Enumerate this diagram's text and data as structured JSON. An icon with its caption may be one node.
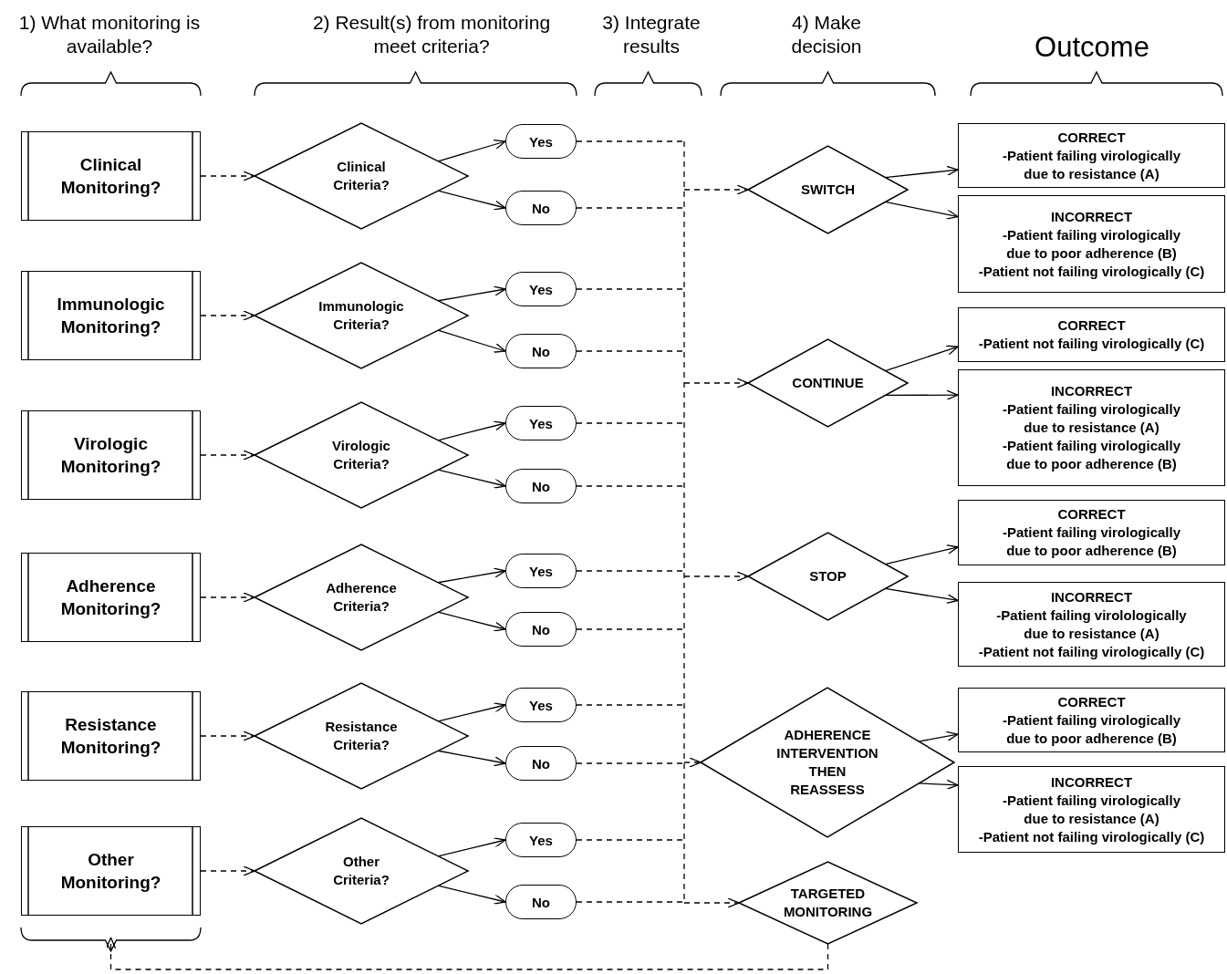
{
  "diagram": {
    "nodes": [
      {
        "text": [
          "Clinical Monitoring?"
        ]
      },
      {
        "text": [
          "Clinical Criteria?"
        ]
      },
      {
        "text": [
          "Yes"
        ]
      },
      {
        "text": [
          "No"
        ]
      },
      {
        "text": [
          "Immunologic Monitoring?"
        ]
      },
      {
        "text": [
          "Immunologic Criteria?"
        ]
      },
      {
        "text": [
          "Yes"
        ]
      },
      {
        "text": [
          "No"
        ]
      },
      {
        "text": [
          "Virologic Monitoring?"
        ]
      },
      {
        "text": [
          "Virologic Criteria?"
        ]
      },
      {
        "text": [
          "Yes"
        ]
      },
      {
        "text": [
          "No"
        ]
      },
      {
        "text": [
          "Adherence Monitoring?"
        ]
      },
      {
        "text": [
          "Adherence Criteria?"
        ]
      },
      {
        "text": [
          "Yes"
        ]
      },
      {
        "text": [
          "No"
        ]
      },
      {
        "text": [
          "Resistance Monitoring?"
        ]
      },
      {
        "text": [
          "Resistance Criteria?"
        ]
      },
      {
        "text": [
          "Yes"
        ]
      },
      {
        "text": [
          "No"
        ]
      },
      {
        "text": [
          "Other Monitoring?"
        ]
      },
      {
        "text": [
          "Other Criteria?"
        ]
      },
      {
        "text": [
          "Yes"
        ]
      },
      {
        "text": [
          "No"
        ]
      },
      {
        "text": [
          "SWITCH"
        ]
      },
      {
        "text": [
          "CONTINUE"
        ]
      },
      {
        "text": [
          "STOP"
        ]
      },
      {
        "text": [
          "ADHERENCE INTERVENTION THEN REASSESS"
        ]
      },
      {
        "text": [
          "TARGETED MONITORING"
        ]
      },
      {
        "text": [
          "CORRECT",
          "-Patient failing virologically due to resistance (A)"
        ]
      },
      {
        "text": [
          "INCORRECT",
          "-Patient failing virologically due to poor adherence (B)",
          "-Patient not failing virologically (C)"
        ]
      },
      {
        "text": [
          "CORRECT",
          "-Patient not failing virologically (C)"
        ]
      },
      {
        "text": [
          "INCORRECT",
          "-Patient failing virologically due to resistance (A)",
          "-Patient failing virologically due to poor adherence (B)"
        ]
      },
      {
        "text": [
          "CORRECT",
          "-Patient failing virologically due to poor adherence (B)"
        ]
      },
      {
        "text": [
          "INCORRECT",
          "-Patient failing virolologically due to resistance (A)",
          "-Patient not failing virologically (C)"
        ]
      },
      {
        "text": [
          "CORRECT",
          "-Patient failing virologically due to poor adherence (B)"
        ]
      },
      {
        "text": [
          "INCORRECT",
          "-Patient failing virologically due to resistance (A)",
          "-Patient not failing virologically (C)"
        ]
      }
    ],
    "edges": [
      {
        "from": 0,
        "to": 1,
        "arrow": "to",
        "style": "dashed"
      },
      {
        "from": 1,
        "to": 2,
        "arrow": "to"
      },
      {
        "from": 1,
        "to": 3,
        "arrow": "to"
      },
      {
        "from": 4,
        "to": 5,
        "arrow": "to",
        "style": "dashed"
      },
      {
        "from": 5,
        "to": 6,
        "arrow": "to"
      },
      {
        "from": 5,
        "to": 7,
        "arrow": "to"
      },
      {
        "from": 8,
        "to": 9,
        "arrow": "to",
        "style": "dashed"
      },
      {
        "from": 9,
        "to": 10,
        "arrow": "to"
      },
      {
        "from": 9,
        "to": 11,
        "arrow": "to"
      },
      {
        "from": 12,
        "to": 13,
        "arrow": "to",
        "style": "dashed"
      },
      {
        "from": 13,
        "to": 14,
        "arrow": "to"
      },
      {
        "from": 13,
        "to": 15,
        "arrow": "to"
      },
      {
        "from": 16,
        "to": 17,
        "arrow": "to",
        "style": "dashed"
      },
      {
        "from": 17,
        "to": 18,
        "arrow": "to"
      },
      {
        "from": 17,
        "to": 19,
        "arrow": "to"
      },
      {
        "from": 20,
        "to": 21,
        "arrow": "to",
        "style": "dashed"
      },
      {
        "from": 21,
        "to": 22,
        "arrow": "to"
      },
      {
        "from": 21,
        "to": 23,
        "arrow": "to"
      },
      {
        "from": 2,
        "to": 24,
        "arrow": "to",
        "style": "dashed"
      },
      {
        "from": 2,
        "to": 25,
        "arrow": "to",
        "style": "dashed"
      },
      {
        "from": 2,
        "to": 26,
        "arrow": "to",
        "style": "dashed"
      },
      {
        "from": 2,
        "to": 27,
        "arrow": "to",
        "style": "dashed"
      },
      {
        "from": 2,
        "to": 28,
        "arrow": "to",
        "style": "dashed"
      },
      {
        "from": 3,
        "to": 24,
        "arrow": "to",
        "style": "dashed"
      },
      {
        "from": 3,
        "to": 25,
        "arrow": "to",
        "style": "dashed"
      },
      {
        "from": 3,
        "to": 26,
        "arrow": "to",
        "style": "dashed"
      },
      {
        "from": 3,
        "to": 27,
        "arrow": "to",
        "style": "dashed"
      },
      {
        "from": 3,
        "to": 28,
        "arrow": "to",
        "style": "dashed"
      },
      {
        "from": 6,
        "to": 24,
        "arrow": "to",
        "style": "dashed"
      },
      {
        "from": 6,
        "to": 25,
        "arrow": "to",
        "style": "dashed"
      },
      {
        "from": 6,
        "to": 26,
        "arrow": "to",
        "style": "dashed"
      },
      {
        "from": 6,
        "to": 27,
        "arrow": "to",
        "style": "dashed"
      },
      {
        "from": 6,
        "to": 28,
        "arrow": "to",
        "style": "dashed"
      },
      {
        "from": 7,
        "to": 24,
        "arrow": "to",
        "style": "dashed"
      },
      {
        "from": 7,
        "to": 25,
        "arrow": "to",
        "style": "dashed"
      },
      {
        "from": 7,
        "to": 26,
        "arrow": "to",
        "style": "dashed"
      },
      {
        "from": 7,
        "to": 27,
        "arrow": "to",
        "style": "dashed"
      },
      {
        "from": 7,
        "to": 28,
        "arrow": "to",
        "style": "dashed"
      },
      {
        "from": 10,
        "to": 24,
        "arrow": "to",
        "style": "dashed"
      },
      {
        "from": 10,
        "to": 25,
        "arrow": "to",
        "style": "dashed"
      },
      {
        "from": 10,
        "to": 26,
        "arrow": "to",
        "style": "dashed"
      },
      {
        "from": 10,
        "to": 27,
        "arrow": "to",
        "style": "dashed"
      },
      {
        "from": 10,
        "to": 28,
        "arrow": "to",
        "style": "dashed"
      },
      {
        "from": 11,
        "to": 24,
        "arrow": "to",
        "style": "dashed"
      },
      {
        "from": 11,
        "to": 25,
        "arrow": "to",
        "style": "dashed"
      },
      {
        "from": 11,
        "to": 26,
        "arrow": "to",
        "style": "dashed"
      },
      {
        "from": 11,
        "to": 27,
        "arrow": "to",
        "style": "dashed"
      },
      {
        "from": 11,
        "to": 28,
        "arrow": "to",
        "style": "dashed"
      },
      {
        "from": 14,
        "to": 24,
        "arrow": "to",
        "style": "dashed"
      },
      {
        "from": 14,
        "to": 25,
        "arrow": "to",
        "style": "dashed"
      },
      {
        "from": 14,
        "to": 26,
        "arrow": "to",
        "style": "dashed"
      },
      {
        "from": 14,
        "to": 27,
        "arrow": "to",
        "style": "dashed"
      },
      {
        "from": 14,
        "to": 28,
        "arrow": "to",
        "style": "dashed"
      },
      {
        "from": 15,
        "to": 24,
        "arrow": "to",
        "style": "dashed"
      },
      {
        "from": 15,
        "to": 25,
        "arrow": "to",
        "style": "dashed"
      },
      {
        "from": 15,
        "to": 26,
        "arrow": "to",
        "style": "dashed"
      },
      {
        "from": 15,
        "to": 27,
        "arrow": "to",
        "style": "dashed"
      },
      {
        "from": 15,
        "to": 28,
        "arrow": "to",
        "style": "dashed"
      },
      {
        "from": 18,
        "to": 24,
        "arrow": "to",
        "style": "dashed"
      },
      {
        "from": 18,
        "to": 25,
        "arrow": "to",
        "style": "dashed"
      },
      {
        "from": 18,
        "to": 26,
        "arrow": "to",
        "style": "dashed"
      },
      {
        "from": 18,
        "to": 27,
        "arrow": "to",
        "style": "dashed"
      },
      {
        "from": 18,
        "to": 28,
        "arrow": "to",
        "style": "dashed"
      },
      {
        "from": 19,
        "to": 24,
        "arrow": "to",
        "style": "dashed"
      },
      {
        "from": 19,
        "to": 25,
        "arrow": "to",
        "style": "dashed"
      },
      {
        "from": 19,
        "to": 26,
        "arrow": "to",
        "style": "dashed"
      },
      {
        "from": 19,
        "to": 27,
        "arrow": "to",
        "style": "dashed"
      },
      {
        "from": 19,
        "to": 28,
        "arrow": "to",
        "style": "dashed"
      },
      {
        "from": 22,
        "to": 24,
        "arrow": "to",
        "style": "dashed"
      },
      {
        "from": 22,
        "to": 25,
        "arrow": "to",
        "style": "dashed"
      },
      {
        "from": 22,
        "to": 26,
        "arrow": "to",
        "style": "dashed"
      },
      {
        "from": 22,
        "to": 27,
        "arrow": "to",
        "style": "dashed"
      },
      {
        "from": 22,
        "to": 28,
        "arrow": "to",
        "style": "dashed"
      },
      {
        "from": 23,
        "to": 24,
        "arrow": "to",
        "style": "dashed"
      },
      {
        "from": 23,
        "to": 25,
        "arrow": "to",
        "style": "dashed"
      },
      {
        "from": 23,
        "to": 26,
        "arrow": "to",
        "style": "dashed"
      },
      {
        "from": 23,
        "to": 27,
        "arrow": "to",
        "style": "dashed"
      },
      {
        "from": 23,
        "to": 28,
        "arrow": "to",
        "style": "dashed"
      },
      {
        "from": 24,
        "to": 29,
        "arrow": "to"
      },
      {
        "from": 24,
        "to": 30,
        "arrow": "to"
      },
      {
        "from": 25,
        "to": 31,
        "arrow": "to"
      },
      {
        "from": 25,
        "to": 32,
        "arrow": "to"
      },
      {
        "from": 26,
        "to": 33,
        "arrow": "to"
      },
      {
        "from": 26,
        "to": 34,
        "arrow": "to"
      },
      {
        "from": 27,
        "to": 35,
        "arrow": "to"
      },
      {
        "from": 27,
        "to": 36,
        "arrow": "to"
      },
      {
        "from": 28,
        "to": 20,
        "arrow": "to",
        "style": "dashed"
      }
    ],
    "labels": [
      "1) What monitoring is available?",
      "2) Result(s) from monitoring meet criteria?",
      "3) Integrate results",
      "4) Make decision",
      "Outcome"
    ]
  }
}
